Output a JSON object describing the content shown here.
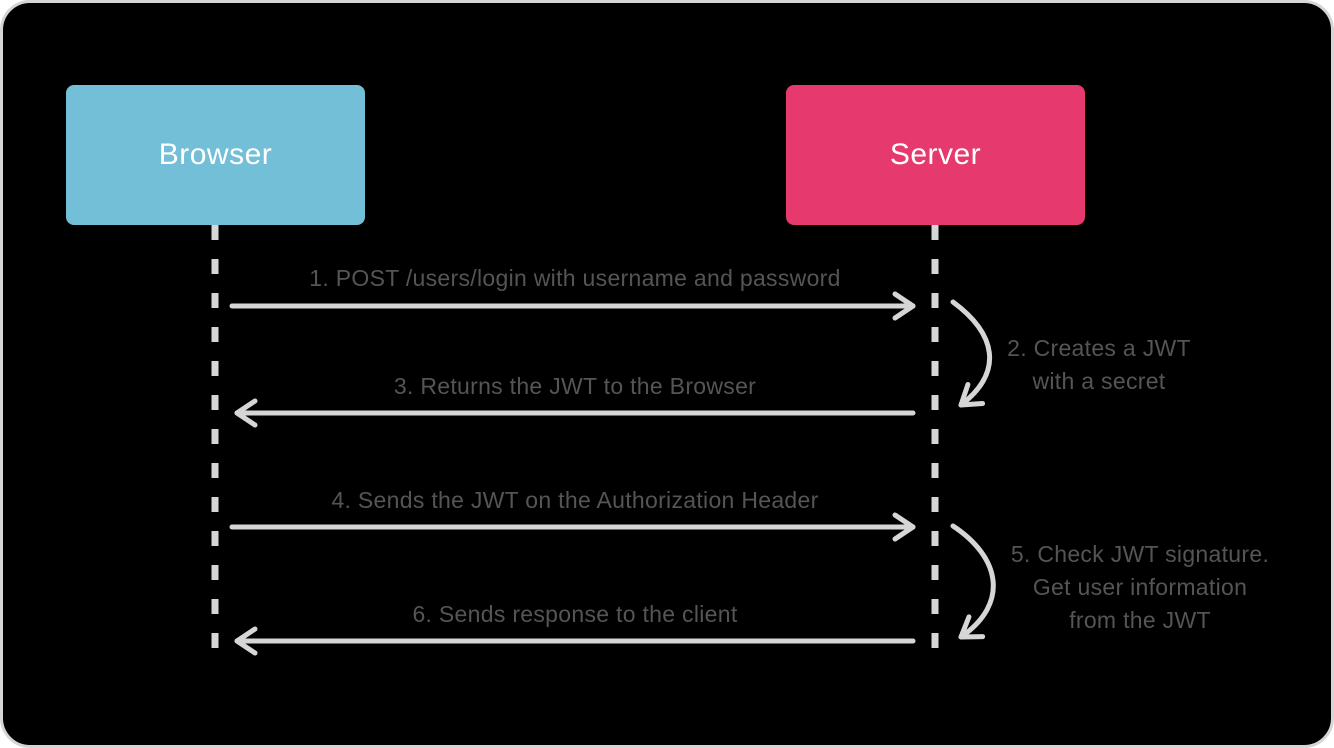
{
  "diagram_type": "sequence-diagram",
  "colors": {
    "canvas_background": "#000000",
    "page_background": "#ffffff",
    "browser_box": "#73bfd7",
    "server_box": "#e63a6e",
    "actor_text": "#ffffff",
    "line_gray": "#d6d6d6",
    "message_text": "#545557"
  },
  "actors": [
    {
      "name": "Browser"
    },
    {
      "name": "Server"
    }
  ],
  "messages": [
    {
      "num": 1,
      "label": "1. POST /users/login with username and password",
      "from": "Browser",
      "to": "Server",
      "kind": "arrow-right"
    },
    {
      "num": 2,
      "label": "2. Creates a JWT\nwith a secret",
      "from": "Server",
      "to": "Server",
      "kind": "self-loop"
    },
    {
      "num": 3,
      "label": "3. Returns the JWT to the Browser",
      "from": "Server",
      "to": "Browser",
      "kind": "arrow-left"
    },
    {
      "num": 4,
      "label": "4. Sends the JWT on the Authorization Header",
      "from": "Browser",
      "to": "Server",
      "kind": "arrow-right"
    },
    {
      "num": 5,
      "label": "5. Check JWT signature.\nGet user information\nfrom the JWT",
      "from": "Server",
      "to": "Server",
      "kind": "self-loop"
    },
    {
      "num": 6,
      "label": "6. Sends response to the client",
      "from": "Server",
      "to": "Browser",
      "kind": "arrow-left"
    }
  ]
}
